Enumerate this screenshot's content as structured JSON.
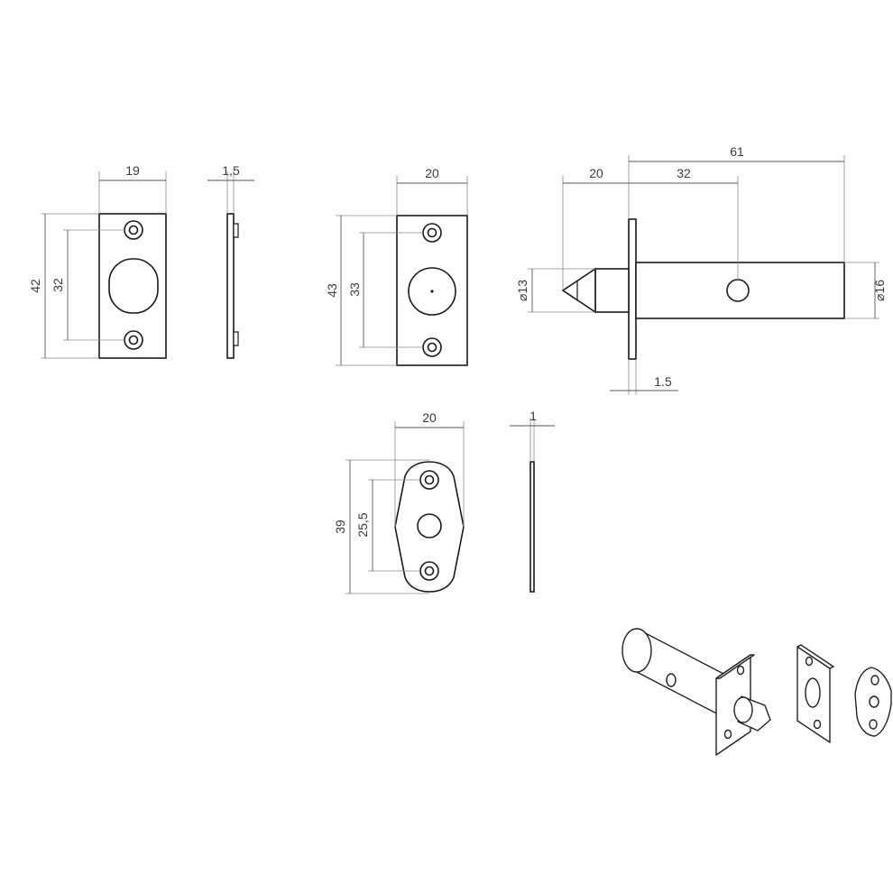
{
  "dimensions": {
    "striker_plate_width": "19",
    "striker_plate_thickness": "1,5",
    "striker_plate_height": "42",
    "striker_plate_hole_spacing": "32",
    "bolt_faceplate_width": "20",
    "bolt_faceplate_height": "43",
    "bolt_faceplate_hole_spacing": "33",
    "bolt_tip_length": "20",
    "bolt_hole_offset": "32",
    "bolt_total_length": "61",
    "bolt_tip_diameter": "⌀13",
    "bolt_body_diameter": "⌀16",
    "bolt_flange_thickness": "1.5",
    "key_plate_width": "20",
    "key_plate_thickness": "1",
    "key_plate_height": "39",
    "key_plate_hole_spacing": "25,5"
  }
}
